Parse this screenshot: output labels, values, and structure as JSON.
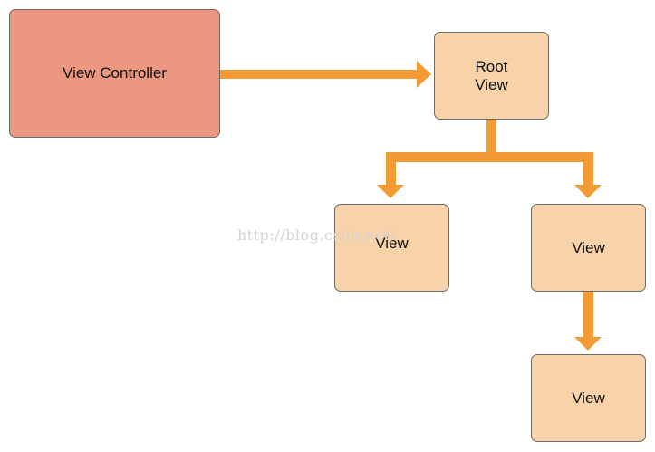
{
  "nodes": {
    "view_controller": "View Controller",
    "root_view_line1": "Root",
    "root_view_line2": "View",
    "child_view_left": "View",
    "child_view_right": "View",
    "grandchild_view": "View"
  },
  "watermark": "http://blog.csdn.net/",
  "colors": {
    "controller_fill": "#ec9881",
    "view_fill": "#f8d2a8",
    "arrow": "#f29b34",
    "border": "#6b6b6b"
  }
}
